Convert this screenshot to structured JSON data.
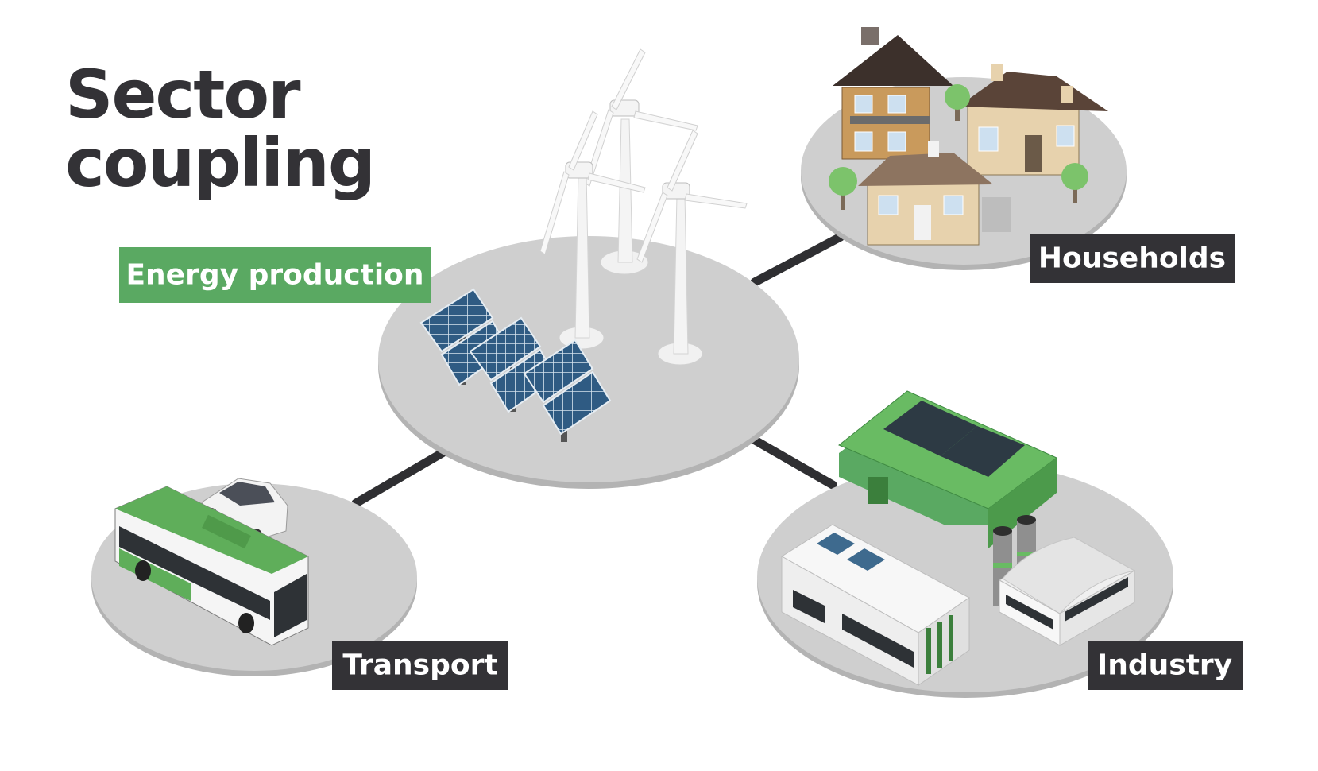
{
  "title": {
    "line1": "Sector",
    "line2": "coupling"
  },
  "nodes": {
    "energy_production": {
      "label": "Energy production"
    },
    "households": {
      "label": "Households"
    },
    "transport": {
      "label": "Transport"
    },
    "industry": {
      "label": "Industry"
    }
  },
  "colors": {
    "green": "#5aa962",
    "dark": "#333236",
    "platform": "#cfcfcf",
    "connector": "#2f2f32"
  }
}
